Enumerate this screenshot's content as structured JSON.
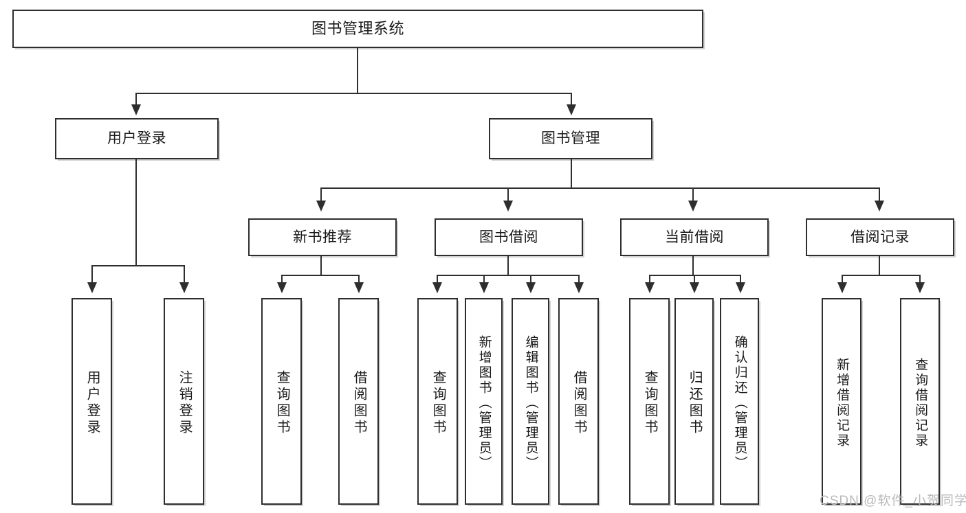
{
  "diagram": {
    "title": "图书管理系统",
    "type": "tree-hierarchy",
    "watermark": "CSDN @软件_小贺同学",
    "colors": {
      "stroke": "#2e2e2e",
      "fill": "#ffffff",
      "text": "#1a1a1a",
      "watermark": "#b9b9b9"
    }
  },
  "nodes": {
    "root": {
      "label": "图书管理系统"
    },
    "level1": [
      {
        "label": "用户登录"
      },
      {
        "label": "图书管理"
      }
    ],
    "level2": [
      {
        "label": "新书推荐"
      },
      {
        "label": "图书借阅"
      },
      {
        "label": "当前借阅"
      },
      {
        "label": "借阅记录"
      }
    ],
    "leaves": {
      "user_login": [
        {
          "label": "用户登录"
        },
        {
          "label": "注销登录"
        }
      ],
      "new_book_recommend": [
        {
          "label": "查询图书"
        },
        {
          "label": "借阅图书"
        }
      ],
      "book_borrow": [
        {
          "label": "查询图书"
        },
        {
          "label": "新增图书（管理员）"
        },
        {
          "label": "编辑图书（管理员）"
        },
        {
          "label": "借阅图书"
        }
      ],
      "current_borrow": [
        {
          "label": "查询图书"
        },
        {
          "label": "归还图书"
        },
        {
          "label": "确认归还（管理员）"
        }
      ],
      "borrow_record": [
        {
          "label": "新增借阅记录"
        },
        {
          "label": "查询借阅记录"
        }
      ]
    }
  }
}
